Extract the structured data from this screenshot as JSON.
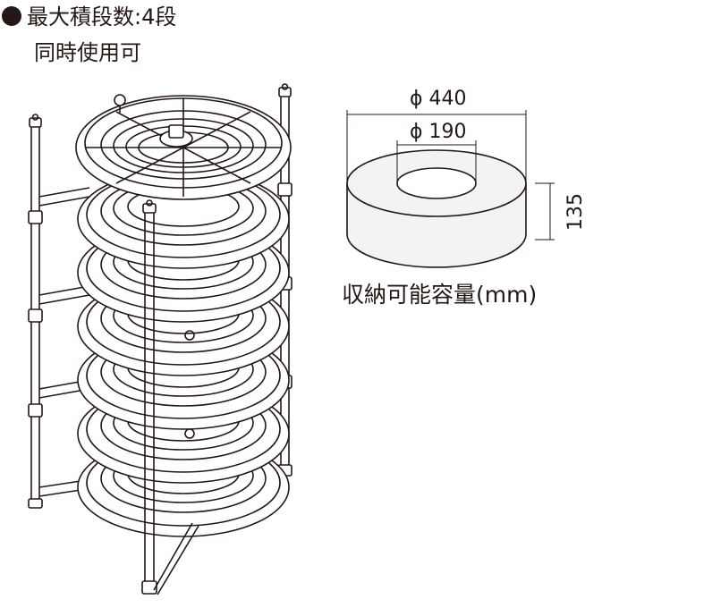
{
  "spec": {
    "stack_label": "最大積段数:4段",
    "note": "同時使用可"
  },
  "dimensions": {
    "outer": "ϕ 440",
    "inner": "ϕ 190",
    "height": "135"
  },
  "caption": "収納可能容量(mm)"
}
